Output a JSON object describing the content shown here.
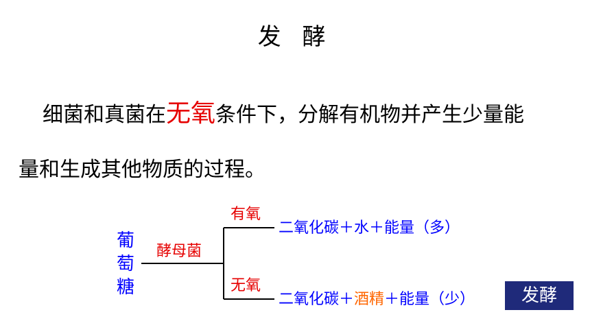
{
  "title": "发 酵",
  "definition": {
    "line1_prefix": "细菌和真菌在",
    "line1_emphasis": "无氧",
    "line1_suffix": "条件下，分解有机物并产生少量能",
    "line2": "量和生成其他物质的过程。"
  },
  "diagram": {
    "substrate": "葡萄糖",
    "organism": "酵母菌",
    "branch_aerobic": {
      "condition": "有氧",
      "products": "二氧化碳＋水＋能量（多）"
    },
    "branch_anaerobic": {
      "condition": "无氧",
      "product_prefix": "二氧化碳＋",
      "product_highlight": "酒精",
      "product_suffix": "＋能量（少）"
    },
    "badge": "发酵"
  },
  "colors": {
    "text": "#000000",
    "red": "#e60000",
    "blue": "#0000ff",
    "orange": "#ff6600",
    "badge_bg": "#1f2a7a",
    "badge_text": "#ffffff"
  }
}
